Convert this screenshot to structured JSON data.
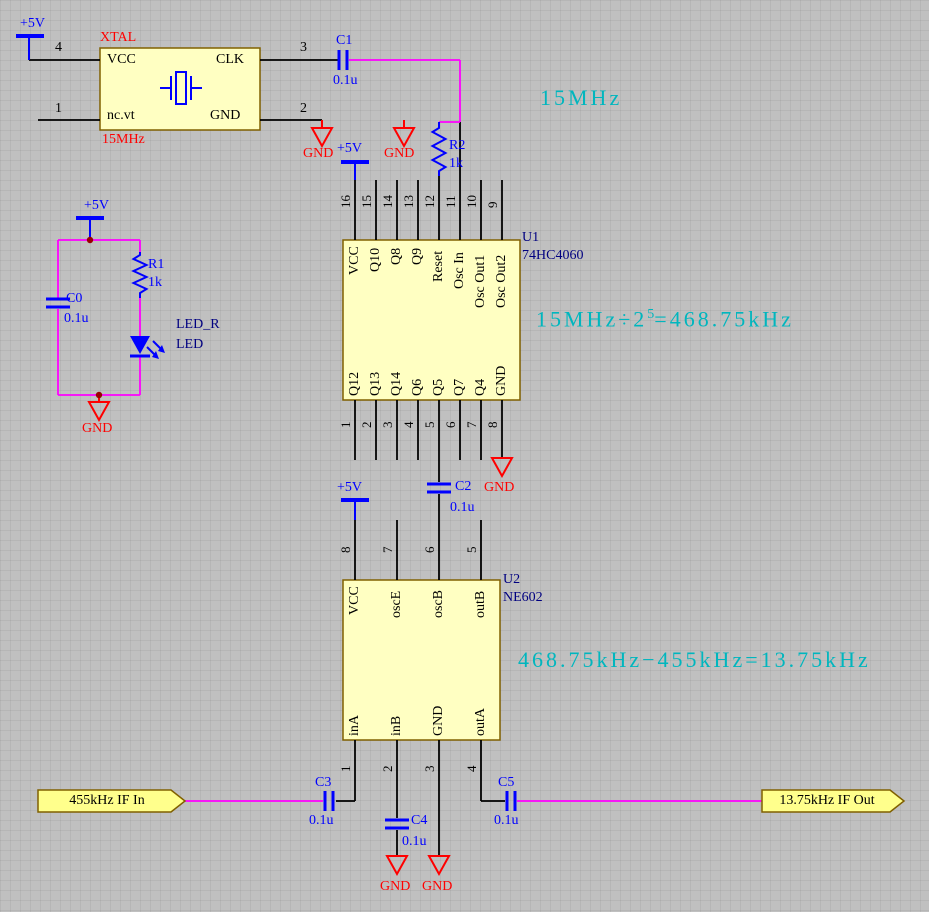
{
  "colors": {
    "background": "#C0C0C0",
    "wire": "#000000",
    "net_highlight": "#FF00FF",
    "component_blue": "#0000FF",
    "designator_navy": "#000080",
    "power_red": "#FF0000",
    "annotation_cyan": "#00B6BE",
    "body_fill": "#FFFFC2",
    "body_border": "#806000",
    "port_fill": "#FFFF8C"
  },
  "power": {
    "plus5v": "+5V",
    "gnd": "GND"
  },
  "annotations": {
    "freq_in": "15MHz",
    "divide_pre": "15MHz÷2",
    "divide_sup": "5",
    "divide_post": "=468.75kHz",
    "mix": "468.75kHz−455kHz=13.75kHz"
  },
  "xtal": {
    "designator": "XTAL",
    "value": "15MHz",
    "pins": {
      "vcc": "VCC",
      "clk": "CLK",
      "nc": "nc.vt",
      "gnd": "GND"
    },
    "nums": {
      "vcc": "4",
      "clk": "3",
      "nc": "1",
      "gnd": "2"
    }
  },
  "u1": {
    "designator": "U1",
    "part": "74HC4060",
    "top": [
      {
        "n": "16",
        "name": "VCC"
      },
      {
        "n": "15",
        "name": "Q10"
      },
      {
        "n": "14",
        "name": "Q8"
      },
      {
        "n": "13",
        "name": "Q9"
      },
      {
        "n": "12",
        "name": "Reset"
      },
      {
        "n": "11",
        "name": "Osc In"
      },
      {
        "n": "10",
        "name": "Osc Out1"
      },
      {
        "n": "9",
        "name": "Osc Out2"
      }
    ],
    "bottom": [
      {
        "n": "1",
        "name": "Q12"
      },
      {
        "n": "2",
        "name": "Q13"
      },
      {
        "n": "3",
        "name": "Q14"
      },
      {
        "n": "4",
        "name": "Q6"
      },
      {
        "n": "5",
        "name": "Q5"
      },
      {
        "n": "6",
        "name": "Q7"
      },
      {
        "n": "7",
        "name": "Q4"
      },
      {
        "n": "8",
        "name": "GND"
      }
    ]
  },
  "u2": {
    "designator": "U2",
    "part": "NE602",
    "top": [
      {
        "n": "8",
        "name": "VCC"
      },
      {
        "n": "7",
        "name": "oscE"
      },
      {
        "n": "6",
        "name": "oscB"
      },
      {
        "n": "5",
        "name": "outB"
      }
    ],
    "bottom": [
      {
        "n": "1",
        "name": "inA"
      },
      {
        "n": "2",
        "name": "inB"
      },
      {
        "n": "3",
        "name": "GND"
      },
      {
        "n": "4",
        "name": "outA"
      }
    ]
  },
  "capacitors": {
    "c0": {
      "ref": "C0",
      "val": "0.1u"
    },
    "c1": {
      "ref": "C1",
      "val": "0.1u"
    },
    "c2": {
      "ref": "C2",
      "val": "0.1u"
    },
    "c3": {
      "ref": "C3",
      "val": "0.1u"
    },
    "c4": {
      "ref": "C4",
      "val": "0.1u"
    },
    "c5": {
      "ref": "C5",
      "val": "0.1u"
    }
  },
  "resistors": {
    "r1": {
      "ref": "R1",
      "val": "1k"
    },
    "r2": {
      "ref": "R2",
      "val": "1k"
    }
  },
  "led": {
    "ref": "LED_R",
    "val": "LED"
  },
  "ports": {
    "in": "455kHz IF In",
    "out": "13.75kHz IF Out"
  }
}
